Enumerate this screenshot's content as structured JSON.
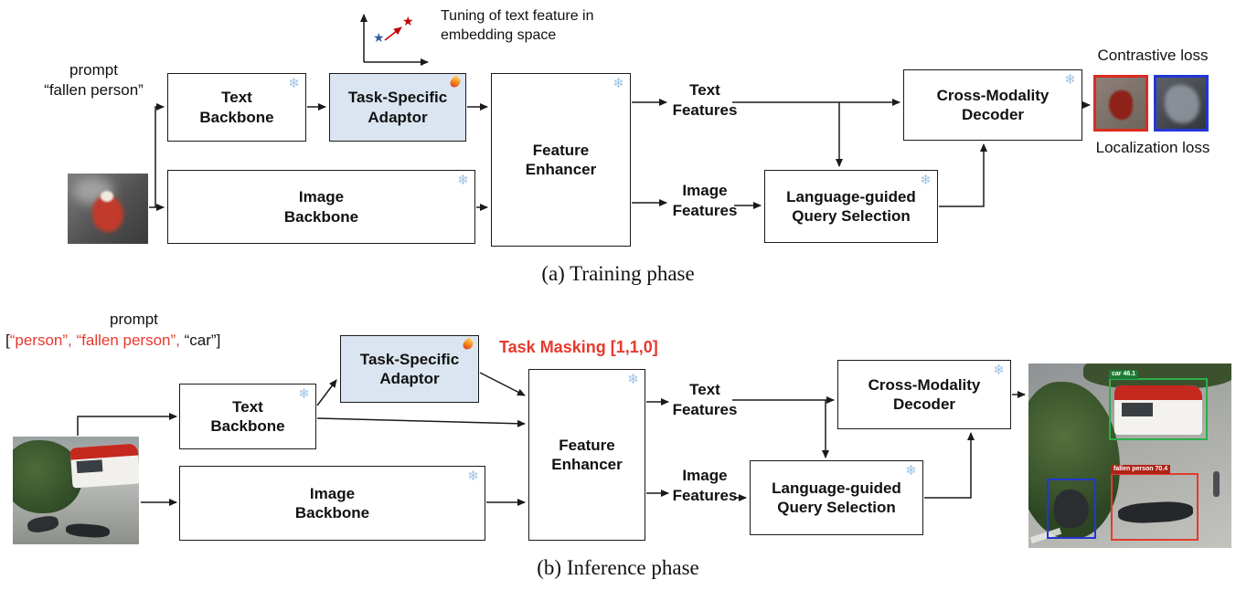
{
  "icons": {
    "snowflake": "❄",
    "star": "★"
  },
  "colors": {
    "adaptor_fill": "#dbe5f1",
    "snowflake_blue": "#9dc3e6",
    "accent_red": "#e8392e",
    "star_blue": "#2e5fa3",
    "star_red": "#c00000",
    "detection_green": "#2ab04a",
    "detection_blue": "#2337d4",
    "detection_red": "#e23b2e"
  },
  "training": {
    "caption": "(a) Training phase",
    "prompt_line1": "prompt",
    "prompt_line2": "“fallen person”",
    "embedding_note": "Tuning of text feature in embedding space",
    "boxes": {
      "text_backbone": "Text Backbone",
      "task_adaptor": "Task-Specific Adaptor",
      "feature_enhancer": "Feature Enhancer",
      "image_backbone": "Image Backbone",
      "query_selection": "Language-guided Query Selection",
      "decoder": "Cross-Modality Decoder"
    },
    "text_features": "Text Features",
    "image_features": "Image Features",
    "contrastive_loss": "Contrastive loss",
    "localization_loss": "Localization loss"
  },
  "inference": {
    "caption": "(b) Inference phase",
    "prompt_label": "prompt",
    "prompt_bracket_open": "[",
    "prompt_item_person": "“person”, ",
    "prompt_item_fallen": "“fallen person”, ",
    "prompt_item_car": "“car”",
    "prompt_bracket_close": "]",
    "task_masking": "Task Masking [1,1,0]",
    "boxes": {
      "text_backbone": "Text Backbone",
      "task_adaptor": "Task-Specific Adaptor",
      "feature_enhancer": "Feature Enhancer",
      "image_backbone": "Image Backbone",
      "query_selection": "Language-guided Query Selection",
      "decoder": "Cross-Modality Decoder"
    },
    "text_features": "Text Features",
    "image_features": "Image Features",
    "detections": {
      "car": "car 46.1",
      "fallen_person": "fallen person 70.4"
    }
  }
}
